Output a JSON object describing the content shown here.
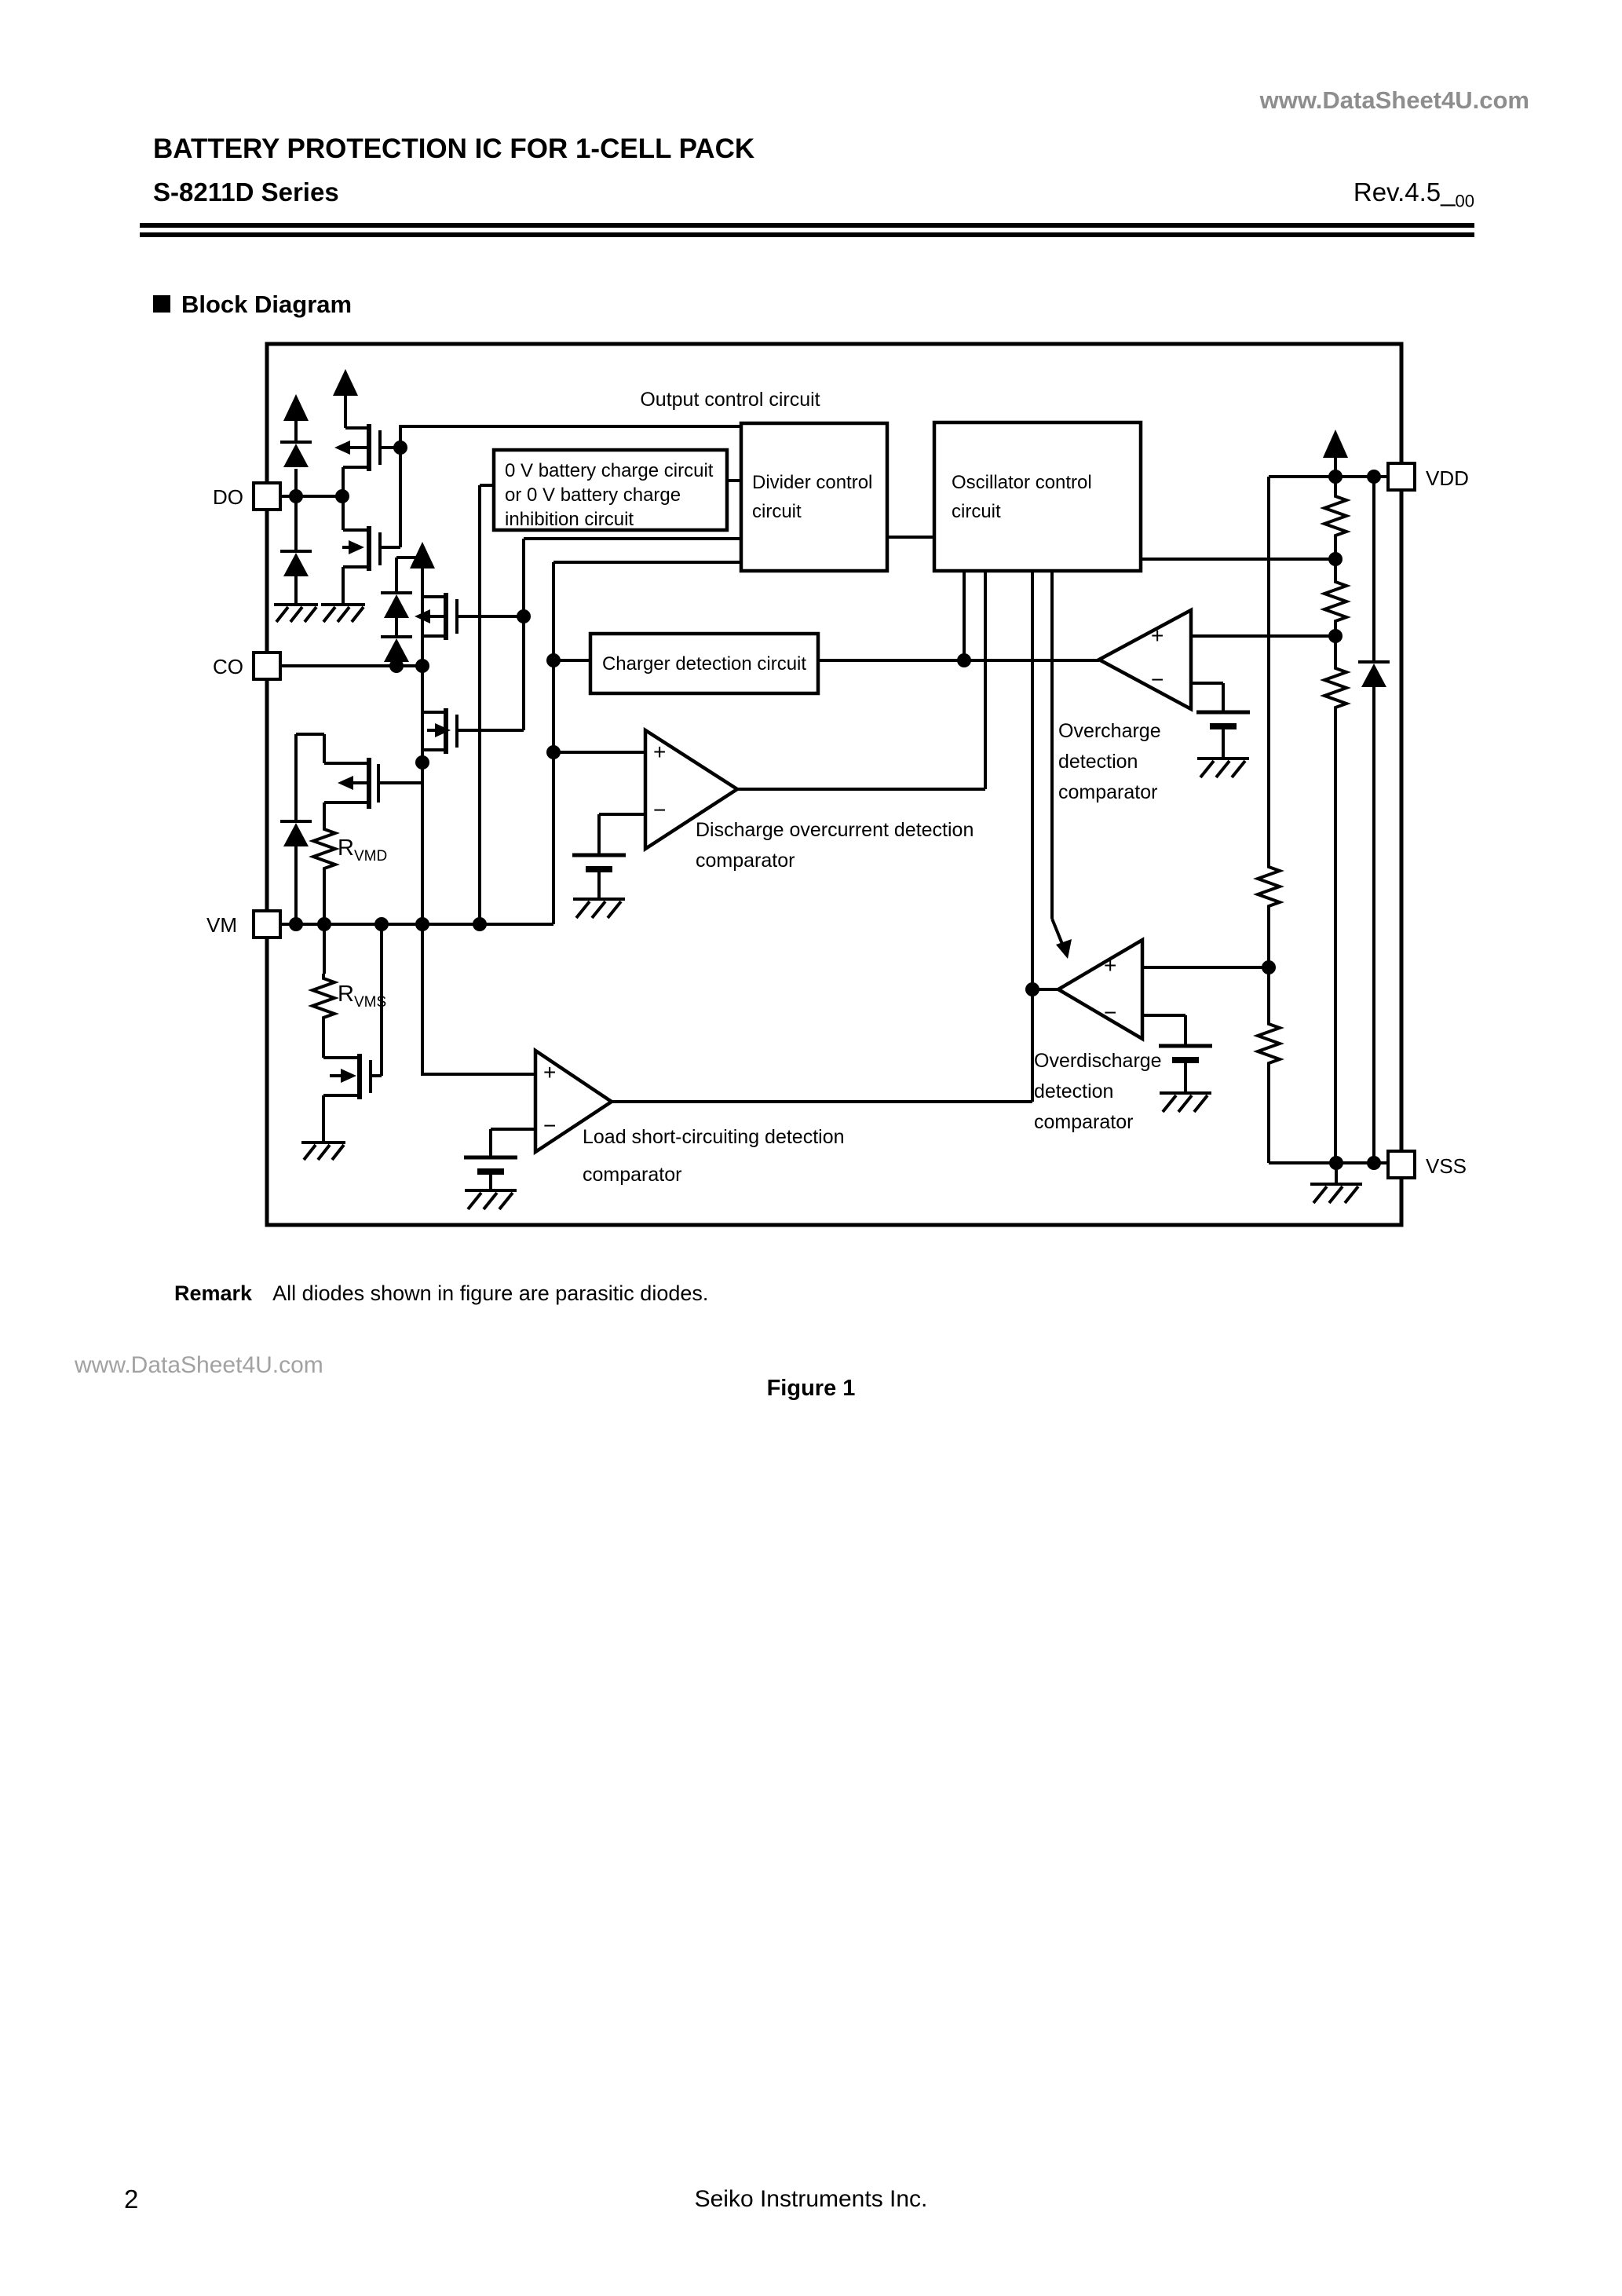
{
  "header": {
    "watermark": "www.DataSheet4U.com",
    "title": "BATTERY PROTECTION IC FOR 1-CELL PACK",
    "series": "S-8211D Series",
    "revision": "Rev.4.5_",
    "revision_sub": "00"
  },
  "section_heading": "Block Diagram",
  "diagram": {
    "labels": {
      "output_control": "Output control circuit",
      "zero_v_1": "0 V battery charge circuit",
      "zero_v_2": "or 0 V battery charge",
      "zero_v_3": "inhibition circuit",
      "divider_1": "Divider control",
      "divider_2": "circuit",
      "oscillator_1": "Oscillator control",
      "oscillator_2": "circuit",
      "charger": "Charger detection circuit",
      "overcharge_1": "Overcharge",
      "overcharge_2": "detection",
      "overcharge_3": "comparator",
      "discharge_1": "Discharge overcurrent detection",
      "discharge_2": "comparator",
      "overdischarge_1": "Overdischarge",
      "overdischarge_2": "detection",
      "overdischarge_3": "comparator",
      "load_short_1": "Load short-circuiting detection",
      "load_short_2": "comparator"
    },
    "pins": {
      "do": "DO",
      "co": "CO",
      "vm": "VM",
      "vdd": "VDD",
      "vss": "VSS"
    },
    "resistors": {
      "rvmd_base": "R",
      "rvmd_sub": "VMD",
      "rvms_base": "R",
      "rvms_sub": "VMS"
    },
    "signs": {
      "plus": "+",
      "minus": "−"
    }
  },
  "remark": {
    "label": "Remark",
    "text": "All diodes shown in figure are parasitic diodes."
  },
  "figure_caption": "Figure 1",
  "watermark_side": "www.DataSheet4U.com",
  "footer": {
    "page_number": "2",
    "company": "Seiko Instruments Inc."
  }
}
